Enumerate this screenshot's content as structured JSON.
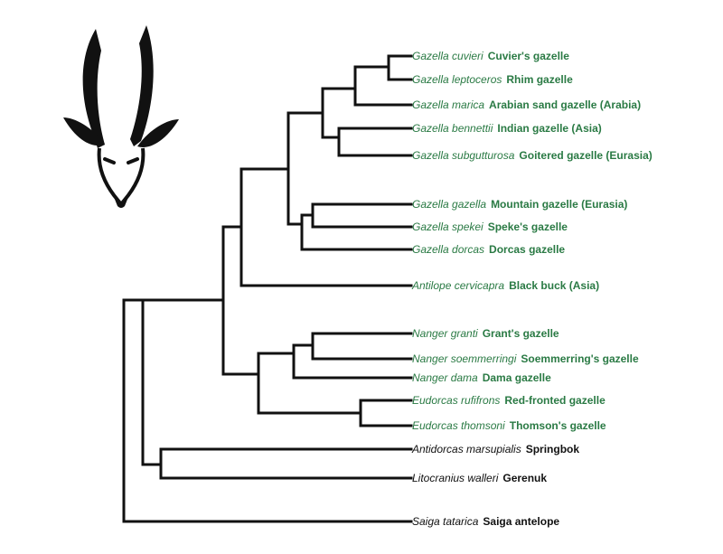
{
  "colors": {
    "gazelle_green": "#2a7a44",
    "other_black": "#111111",
    "branch": "#111111"
  },
  "logo": {
    "icon": "gazelle-head-icon"
  },
  "taxa": [
    {
      "scientific": "Gazella cuvieri",
      "common": "Cuvier's gazelle",
      "group": "gazelle"
    },
    {
      "scientific": "Gazella leptoceros",
      "common": "Rhim gazelle",
      "group": "gazelle"
    },
    {
      "scientific": "Gazella marica",
      "common": "Arabian sand gazelle (Arabia)",
      "group": "gazelle"
    },
    {
      "scientific": "Gazella bennettii",
      "common": "Indian gazelle (Asia)",
      "group": "gazelle"
    },
    {
      "scientific": "Gazella subgutturosa",
      "common": "Goitered gazelle (Eurasia)",
      "group": "gazelle"
    },
    {
      "scientific": "Gazella gazella",
      "common": "Mountain gazelle (Eurasia)",
      "group": "gazelle"
    },
    {
      "scientific": "Gazella spekei",
      "common": "Speke's gazelle",
      "group": "gazelle"
    },
    {
      "scientific": "Gazella dorcas",
      "common": "Dorcas gazelle",
      "group": "gazelle"
    },
    {
      "scientific": "Antilope cervicapra",
      "common": "Black buck (Asia)",
      "group": "gazelle"
    },
    {
      "scientific": "Nanger granti",
      "common": "Grant's gazelle",
      "group": "gazelle"
    },
    {
      "scientific": "Nanger soemmerringi",
      "common": "Soemmerring's gazelle",
      "group": "gazelle"
    },
    {
      "scientific": "Nanger dama",
      "common": "Dama gazelle",
      "group": "gazelle"
    },
    {
      "scientific": "Eudorcas rufifrons",
      "common": "Red-fronted gazelle",
      "group": "gazelle"
    },
    {
      "scientific": "Eudorcas thomsoni",
      "common": "Thomson's gazelle",
      "group": "gazelle"
    },
    {
      "scientific": "Antidorcas marsupialis",
      "common": "Springbok",
      "group": "other"
    },
    {
      "scientific": "Litocranius walleri",
      "common": "Gerenuk",
      "group": "other"
    },
    {
      "scientific": "Saiga tatarica",
      "common": "Saiga antelope",
      "group": "other"
    }
  ]
}
